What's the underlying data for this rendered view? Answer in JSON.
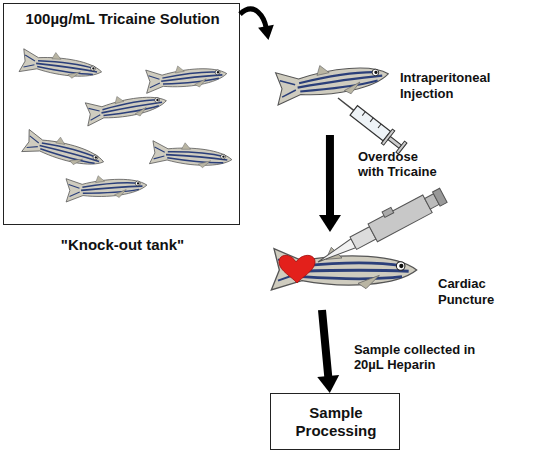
{
  "diagram": {
    "nodes": [
      {
        "text": [
          "100µg/mL Tricaine Solution",
          "\"Knock-out tank\""
        ]
      },
      {
        "text": [
          "Intraperitoneal Injection"
        ]
      },
      {
        "text": [
          "Cardiac Puncture"
        ]
      },
      {
        "text": [
          "Sample Processing"
        ]
      }
    ],
    "edges": [
      {
        "from": 0,
        "to": 1,
        "arrow": "to"
      },
      {
        "from": 1,
        "to": 2,
        "label": "Overdose with Tricaine",
        "arrow": "to"
      },
      {
        "from": 2,
        "to": 3,
        "label": "Sample collected in 20µL Heparin",
        "arrow": "to"
      }
    ]
  }
}
